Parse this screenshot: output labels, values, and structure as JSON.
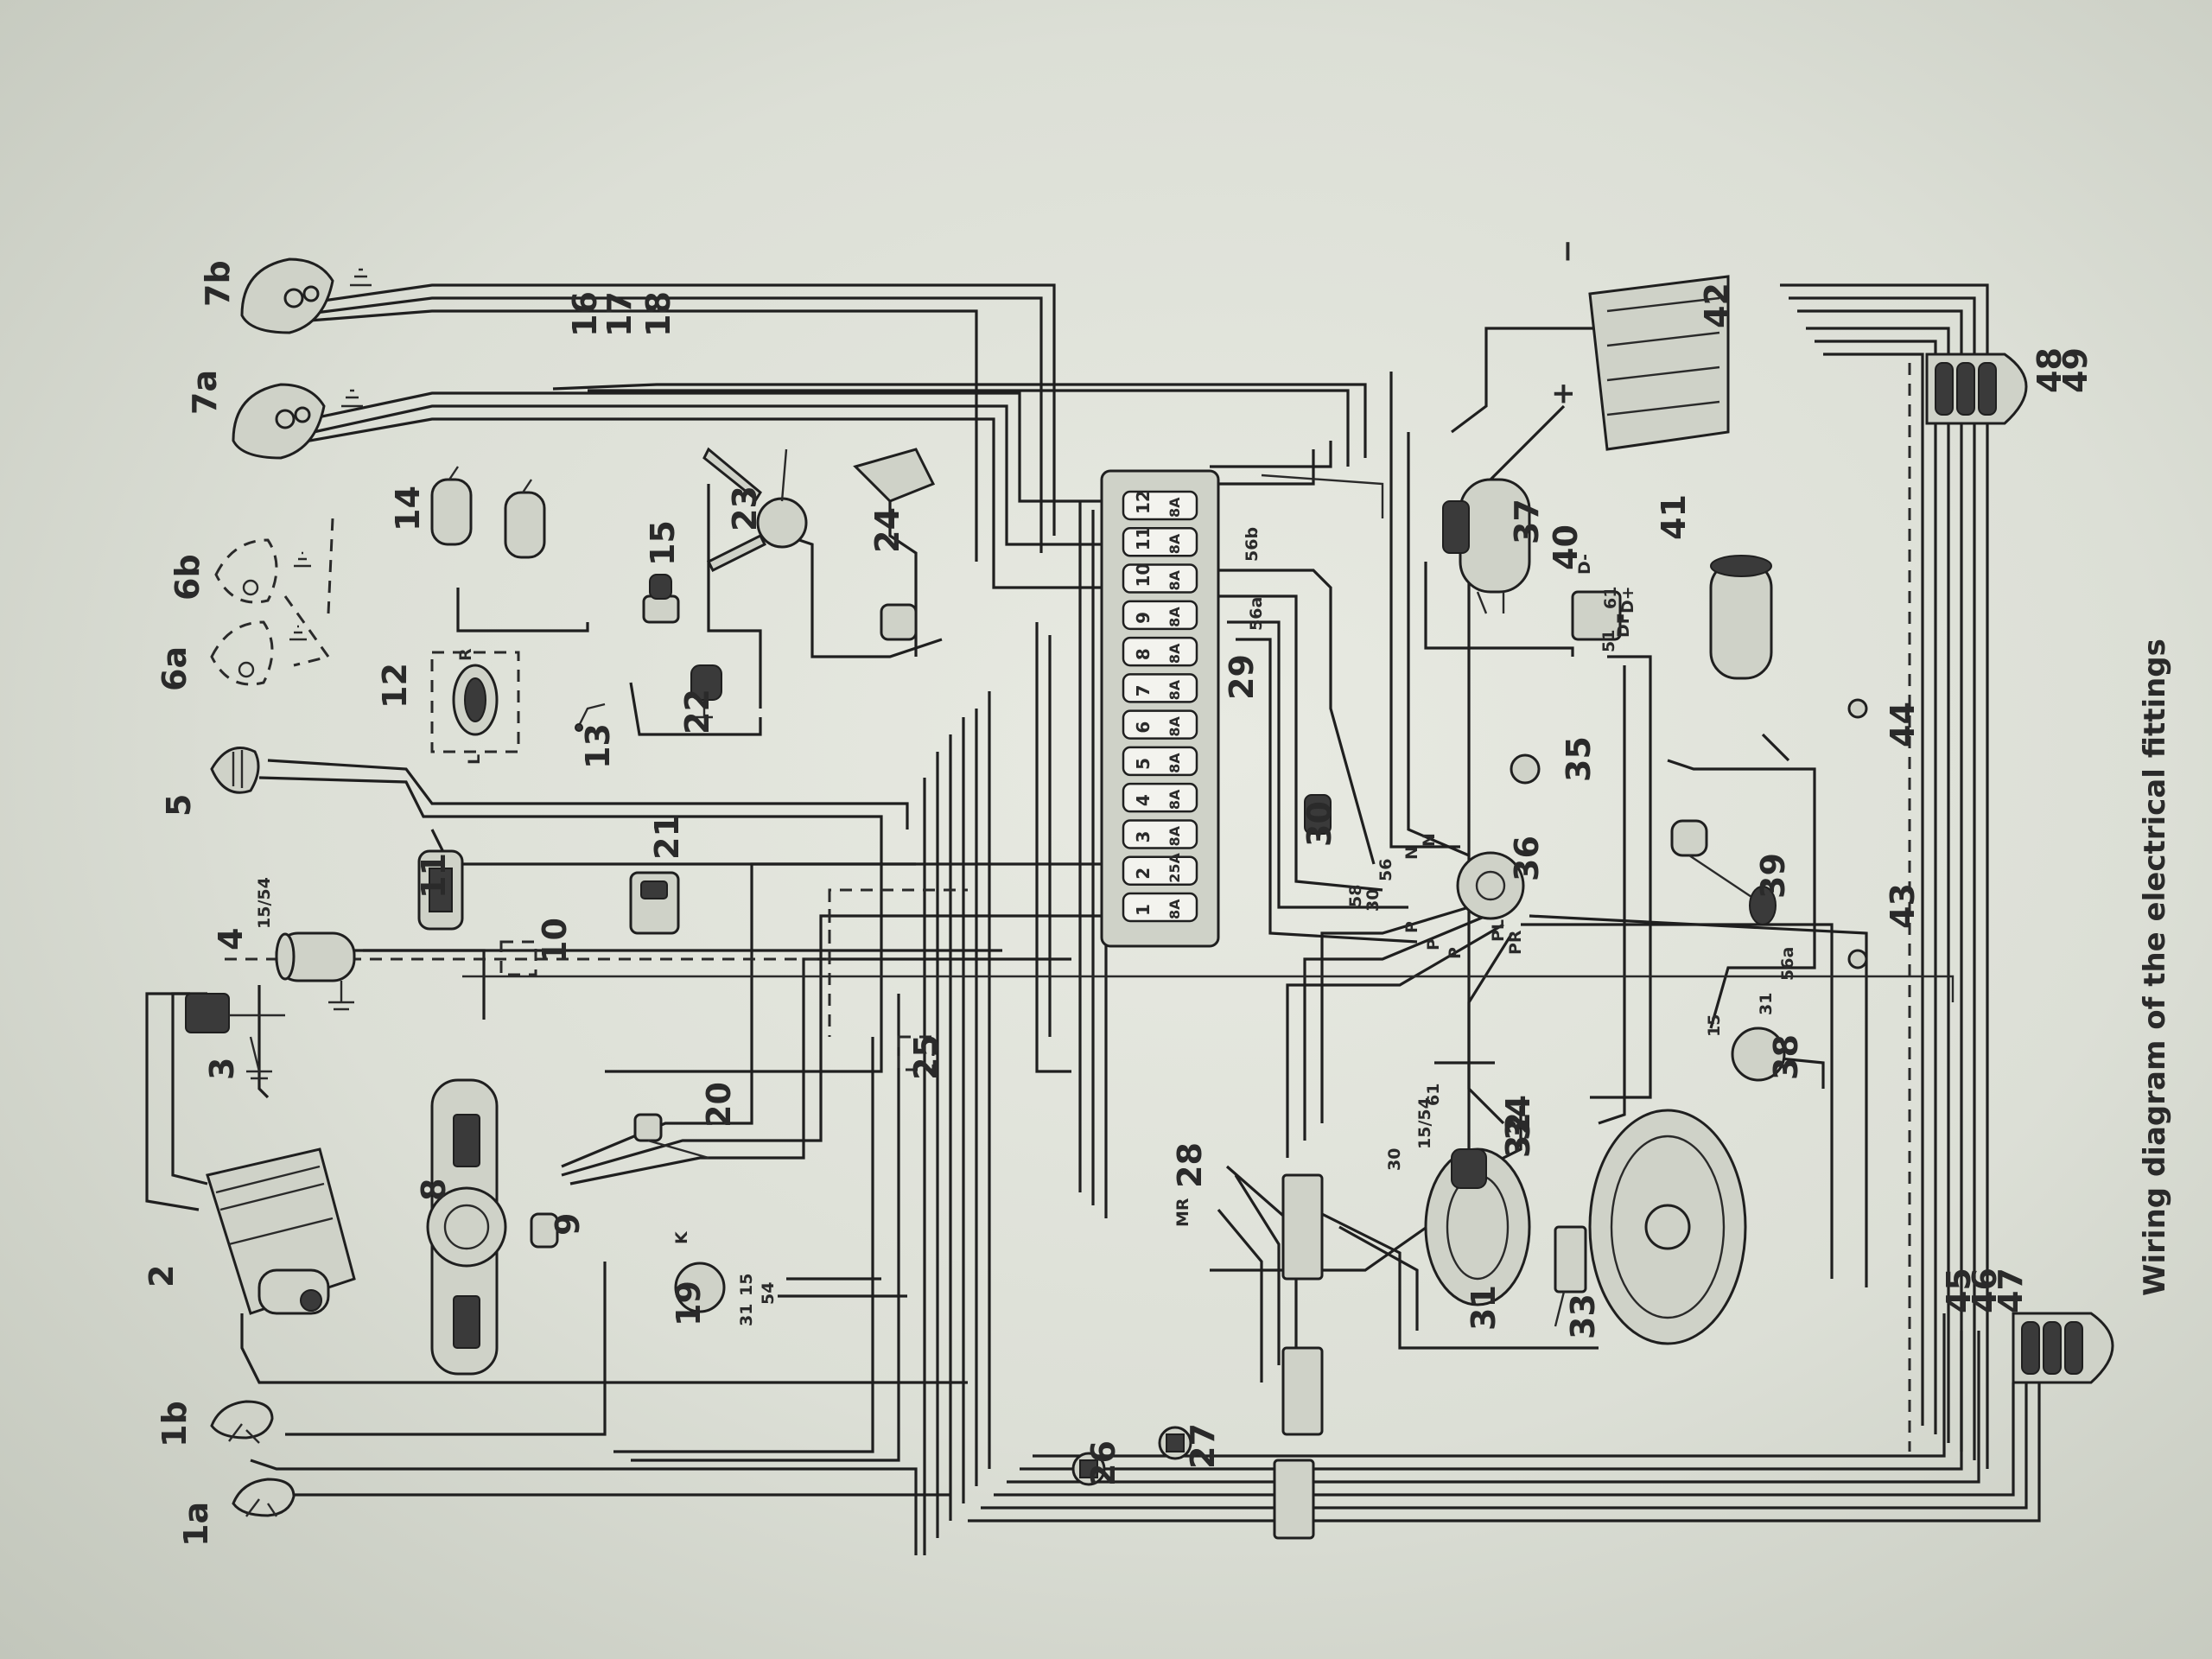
{
  "diagram": {
    "caption": "Wiring diagram of the electrical fittings",
    "component_numbers": [
      "1a",
      "1b",
      "2",
      "3",
      "4",
      "5",
      "6a",
      "6b",
      "7a",
      "7b",
      "8",
      "9",
      "10",
      "11",
      "12",
      "13",
      "14",
      "15",
      "16",
      "17",
      "18",
      "19",
      "20",
      "21",
      "22",
      "23",
      "24",
      "25",
      "26",
      "27",
      "28",
      "29",
      "30",
      "31",
      "32",
      "33",
      "34",
      "35",
      "36",
      "37",
      "38",
      "39",
      "40",
      "41",
      "42",
      "43",
      "44",
      "45",
      "46",
      "47",
      "48",
      "49"
    ],
    "fuses": [
      {
        "num": "1",
        "rating": "8A"
      },
      {
        "num": "2",
        "rating": "25A"
      },
      {
        "num": "3",
        "rating": "8A"
      },
      {
        "num": "4",
        "rating": "8A"
      },
      {
        "num": "5",
        "rating": "8A"
      },
      {
        "num": "6",
        "rating": "8A"
      },
      {
        "num": "7",
        "rating": "8A"
      },
      {
        "num": "8",
        "rating": "8A"
      },
      {
        "num": "9",
        "rating": "8A"
      },
      {
        "num": "10",
        "rating": "8A"
      },
      {
        "num": "11",
        "rating": "8A"
      },
      {
        "num": "12",
        "rating": "8A"
      }
    ],
    "terminals": {
      "t1554_coil": "15/54",
      "t1554_ign": "15/54",
      "t30_ign": "30",
      "t61_ign": "61",
      "t58": "58",
      "t30_sw": "30",
      "t56": "56",
      "tN1": "N",
      "tN2": "N",
      "tP1": "P",
      "tP2": "P",
      "tP3": "P",
      "tPL": "PL",
      "tPR": "PR",
      "t56a_upper": "56a",
      "t56a_lower": "56a",
      "t56b": "56b",
      "t15_19": "15",
      "t54_19": "54",
      "t31_19": "31",
      "tK": "K",
      "t15_38": "15",
      "t31_38": "31",
      "tMR": "MR",
      "t51": "51",
      "t61_reg": "61",
      "tDF": "DF",
      "tD_minus": "D-",
      "tD_plus": "D+",
      "tL": "L",
      "tR": "R",
      "batt_plus": "+",
      "batt_minus": "−"
    }
  }
}
